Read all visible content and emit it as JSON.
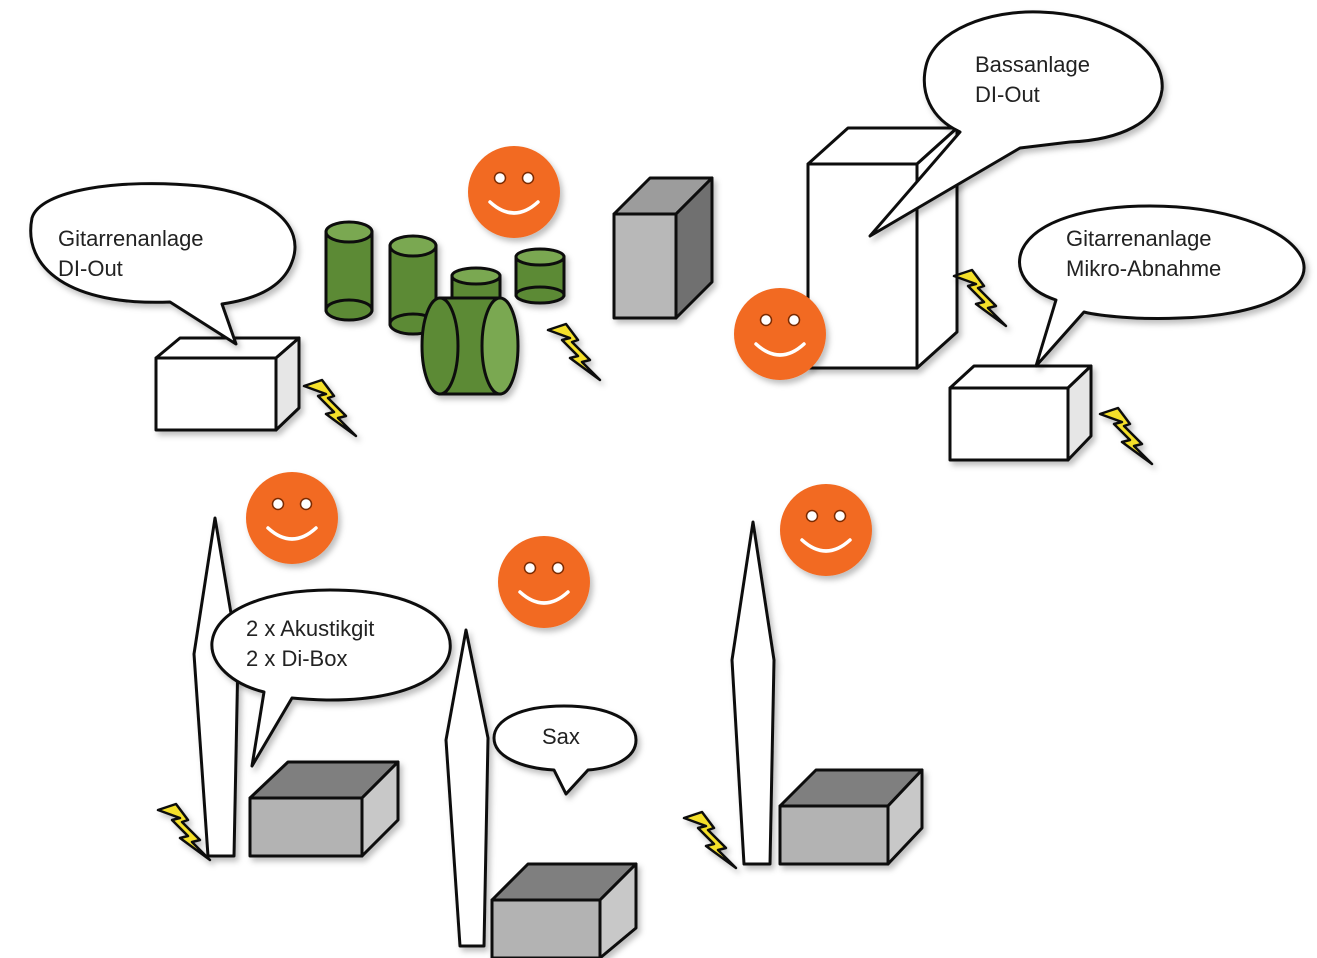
{
  "labels": {
    "guitar_left_line1": "Gitarrenanlage",
    "guitar_left_line2": "DI-Out",
    "bass_line1": "Bassanlage",
    "bass_line2": "DI-Out",
    "guitar_right_line1": "Gitarrenanlage",
    "guitar_right_line2": "Mikro-Abnahme",
    "acoustic_line1": "2 x Akustikgit",
    "acoustic_line2": "2 x Di-Box",
    "sax": "Sax"
  },
  "colors": {
    "musician_face": "#f26b21",
    "drum_green": "#5b8a34",
    "bolt_yellow": "#f5e02b",
    "monitor_grey": "#9a9a9a",
    "outline": "#111111"
  }
}
